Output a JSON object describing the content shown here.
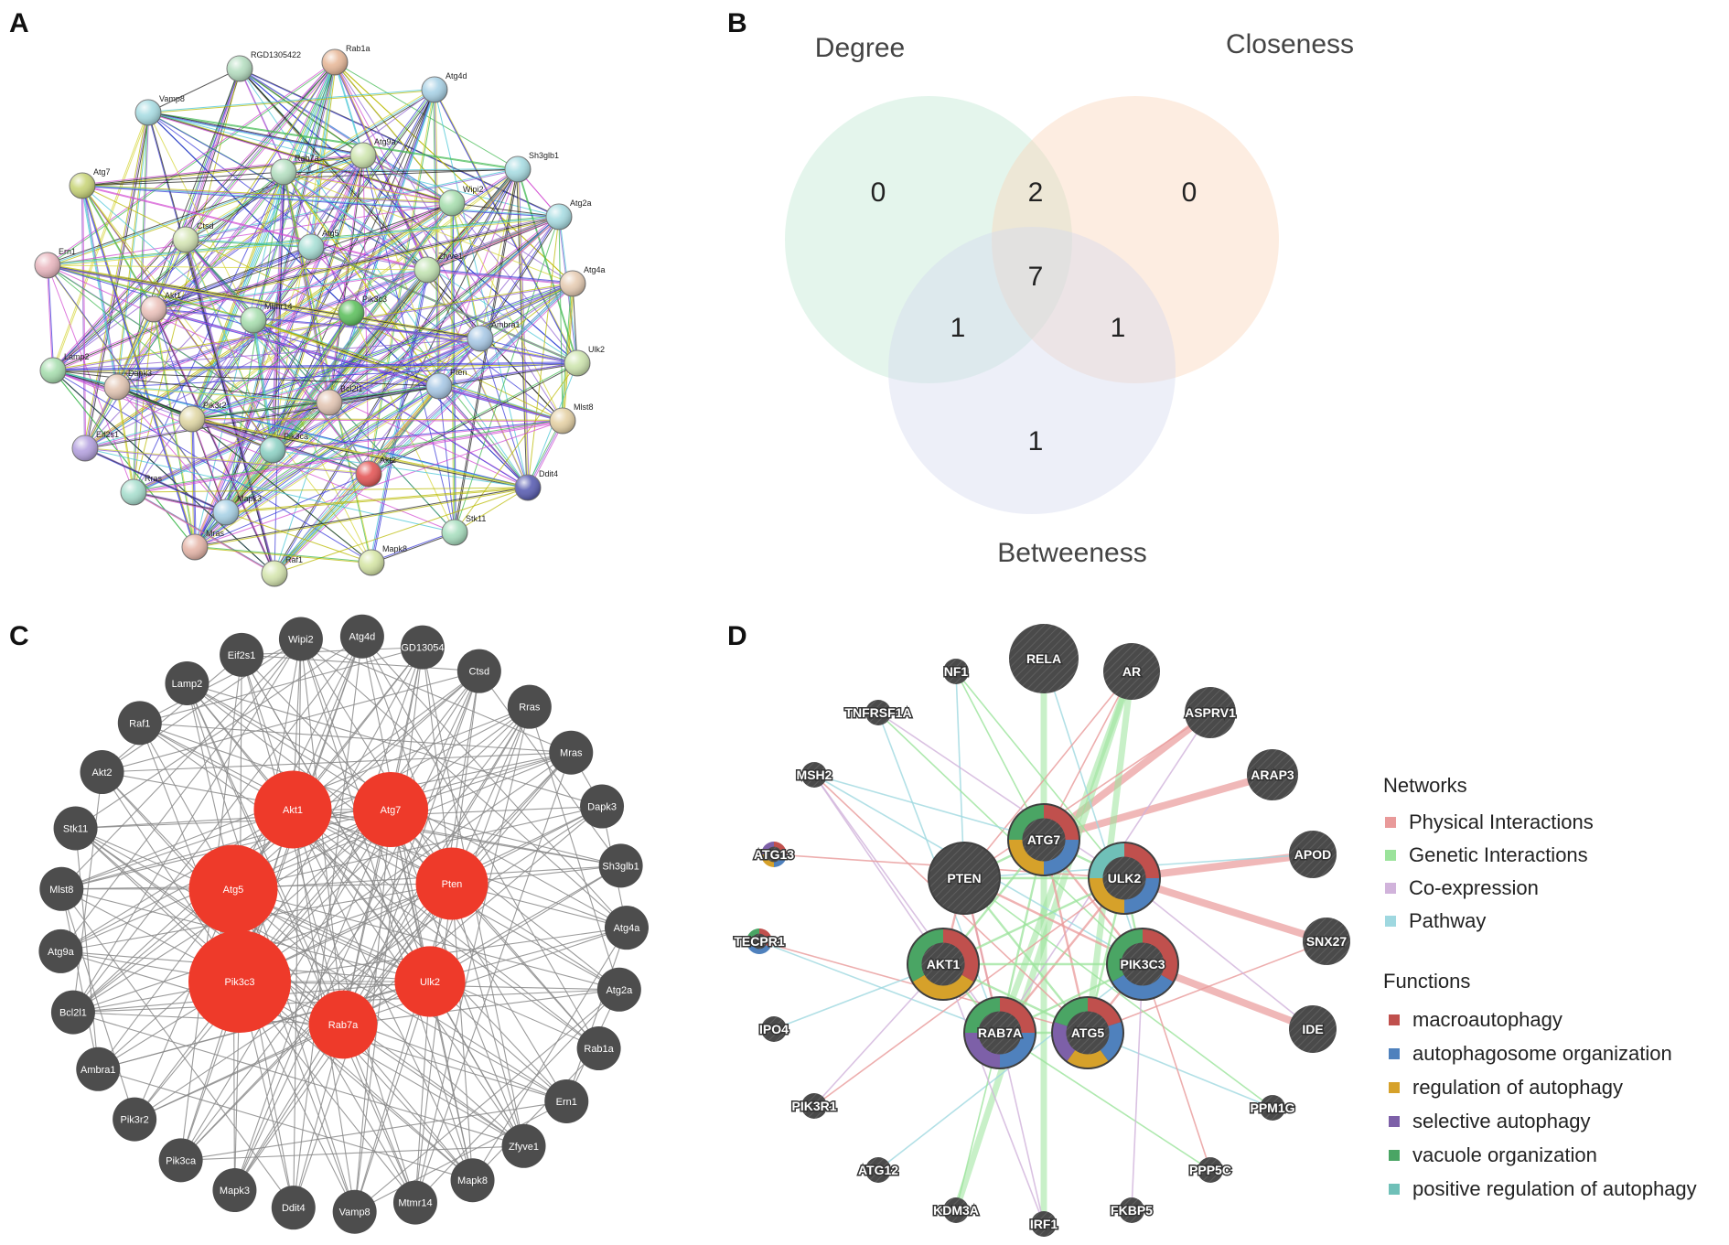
{
  "panel_a": {
    "letter": "A",
    "nodes": [
      {
        "id": "RGD1305422",
        "color": "#b6dec1"
      },
      {
        "id": "Rab1a",
        "color": "#e8b99a"
      },
      {
        "id": "Atg4d",
        "color": "#a9d2e6"
      },
      {
        "id": "Vamp8",
        "color": "#a9dde3"
      },
      {
        "id": "Sh3glb1",
        "color": "#a9dde3"
      },
      {
        "id": "Atg9a",
        "color": "#cfe6b0"
      },
      {
        "id": "Rab7a",
        "color": "#b6e0c2"
      },
      {
        "id": "Atg7",
        "color": "#c9d57a"
      },
      {
        "id": "Wipi2",
        "color": "#a9dfb0"
      },
      {
        "id": "Atg2a",
        "color": "#a9dde3"
      },
      {
        "id": "Ctsd",
        "color": "#d6e6b6"
      },
      {
        "id": "Atg5",
        "color": "#a9e0d6"
      },
      {
        "id": "Zfyve1",
        "color": "#c3e4b3"
      },
      {
        "id": "Atg4a",
        "color": "#e7cdb4"
      },
      {
        "id": "Ern1",
        "color": "#eab8c0"
      },
      {
        "id": "Akt1",
        "color": "#ecc3bc"
      },
      {
        "id": "Mtmr14",
        "color": "#a9dfb0"
      },
      {
        "id": "Pik3c3",
        "color": "#5fc15f"
      },
      {
        "id": "Ambra1",
        "color": "#a9c9e6"
      },
      {
        "id": "Ulk2",
        "color": "#cfe6b0"
      },
      {
        "id": "Lamp2",
        "color": "#a9dfb0"
      },
      {
        "id": "Dapk3",
        "color": "#e3c6b4"
      },
      {
        "id": "Bcl2l1",
        "color": "#e3c6b4"
      },
      {
        "id": "Pten",
        "color": "#a9c9e6"
      },
      {
        "id": "Pik3r2",
        "color": "#e1d8a6"
      },
      {
        "id": "Mlst8",
        "color": "#e6d2a6"
      },
      {
        "id": "Eif2s1",
        "color": "#b6a3e0"
      },
      {
        "id": "Pik3ca",
        "color": "#8fd2c5"
      },
      {
        "id": "Akt2",
        "color": "#e45757"
      },
      {
        "id": "Ddit4",
        "color": "#5b5fb3"
      },
      {
        "id": "Rras",
        "color": "#a9dfcf"
      },
      {
        "id": "Mapk3",
        "color": "#a9d2e6"
      },
      {
        "id": "Stk11",
        "color": "#a9dfc0"
      },
      {
        "id": "Mras",
        "color": "#e6b6a9"
      },
      {
        "id": "Raf1",
        "color": "#d6e6b0"
      },
      {
        "id": "Mapk8",
        "color": "#d6e6a6"
      }
    ]
  },
  "panel_b": {
    "letter": "B",
    "sets": [
      {
        "name": "Degree",
        "color": "#bfe6d2"
      },
      {
        "name": "Closeness",
        "color": "#fbd4b8"
      },
      {
        "name": "Betweeness",
        "color": "#d4d9ef"
      }
    ],
    "regions": {
      "degree_only": "0",
      "closeness_only": "0",
      "betweeness_only": "1",
      "degree_closeness": "2",
      "degree_betweeness": "1",
      "closeness_betweeness": "1",
      "all_three": "7"
    }
  },
  "panel_c": {
    "letter": "C",
    "outer_nodes": [
      "Wipi2",
      "Atg4d",
      "RGD1305422",
      "Ctsd",
      "Rras",
      "Mras",
      "Dapk3",
      "Sh3glb1",
      "Atg4a",
      "Atg2a",
      "Rab1a",
      "Ern1",
      "Zfyve1",
      "Mapk8",
      "Mtmr14",
      "Vamp8",
      "Ddit4",
      "Mapk3",
      "Pik3ca",
      "Pik3r2",
      "Ambra1",
      "Bcl2l1",
      "Atg9a",
      "Mlst8",
      "Stk11",
      "Akt2",
      "Raf1",
      "Lamp2",
      "Eif2s1"
    ],
    "outer_labels": [
      "Wipi2",
      "Atg4d",
      "GD13054",
      "Ctsd",
      "Rras",
      "Mras",
      "Dapk3",
      "Sh3glb1",
      "Atg4a",
      "Atg2a",
      "Rab1a",
      "Ern1",
      "Zfyve1",
      "Mapk8",
      "Mtmr14",
      "Vamp8",
      "Ddit4",
      "Mapk3",
      "Pik3ca",
      "Pik3r2",
      "Ambra1",
      "Bcl2l1",
      "Atg9a",
      "Mlst8",
      "Stk11",
      "Akt2",
      "Raf1",
      "Lamp2",
      "Eif2s1"
    ],
    "hub_nodes": [
      {
        "id": "Akt1",
        "size": 0.55
      },
      {
        "id": "Atg7",
        "size": 0.5
      },
      {
        "id": "Atg5",
        "size": 0.75
      },
      {
        "id": "Pten",
        "size": 0.45
      },
      {
        "id": "Pik3c3",
        "size": 1.0
      },
      {
        "id": "Ulk2",
        "size": 0.42
      },
      {
        "id": "Rab7a",
        "size": 0.38
      }
    ],
    "hub_color": "#ee3a2a",
    "node_color": "#4d4d4d",
    "edge_color": "#8a8a8a"
  },
  "panel_d": {
    "letter": "D",
    "hub_nodes": [
      "ATG7",
      "PTEN",
      "ULK2",
      "AKT1",
      "PIK3C3",
      "RAB7A",
      "ATG5"
    ],
    "outer_nodes": [
      "RELA",
      "AR",
      "NF1",
      "TNFRSF1A",
      "ASPRV1",
      "MSH2",
      "ARAP3",
      "ATG13",
      "APOD",
      "TECPR1",
      "SNX27",
      "IPO4",
      "IDE",
      "PIK3R1",
      "PPM1G",
      "ATG12",
      "PPP5C",
      "KDM3A",
      "IRF1",
      "FKBP5"
    ],
    "legend": {
      "networks_title": "Networks",
      "networks": [
        {
          "label": "Physical Interactions",
          "color": "#e99a9a"
        },
        {
          "label": "Genetic Interactions",
          "color": "#9be39b"
        },
        {
          "label": "Co-expression",
          "color": "#d1b3db"
        },
        {
          "label": "Pathway",
          "color": "#9fd8e0"
        }
      ],
      "functions_title": "Functions",
      "functions": [
        {
          "label": "macroautophagy",
          "color": "#c0504d"
        },
        {
          "label": "autophagosome organization",
          "color": "#4f81bd"
        },
        {
          "label": "regulation of autophagy",
          "color": "#d6a12a"
        },
        {
          "label": "selective autophagy",
          "color": "#7d60a8"
        },
        {
          "label": "vacuole organization",
          "color": "#4aa564"
        },
        {
          "label": "positive regulation of autophagy",
          "color": "#6fc0b8"
        }
      ]
    }
  }
}
